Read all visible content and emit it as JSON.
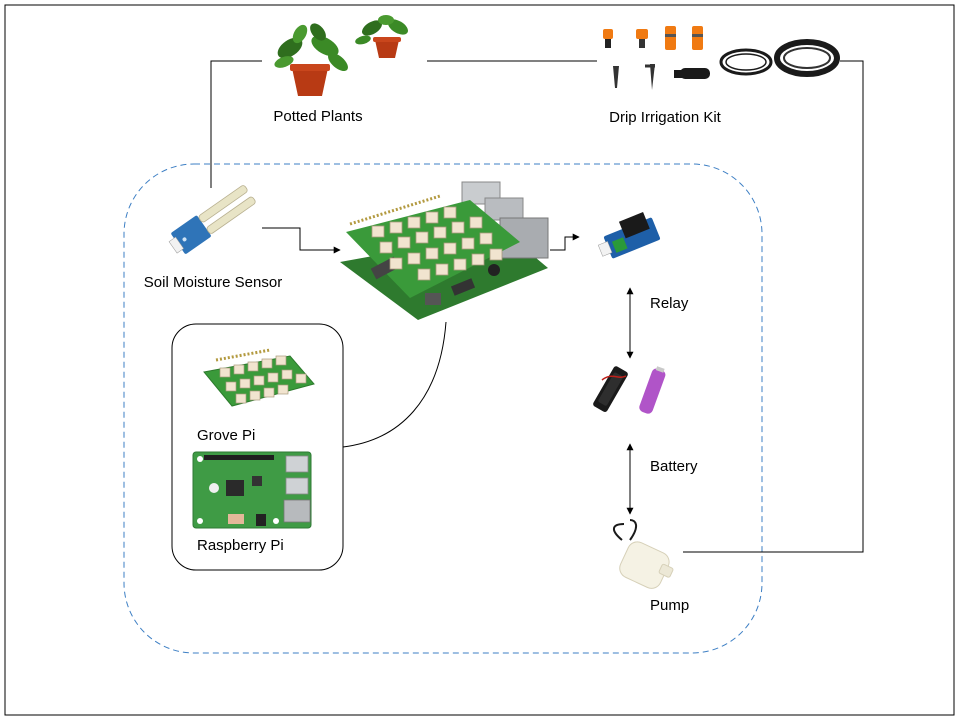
{
  "diagram": {
    "labels": {
      "potted_plants": "Potted Plants",
      "drip_irrigation_kit": "Drip Irrigation Kit",
      "soil_moisture_sensor": "Soil Moisture Sensor",
      "grove_pi": "Grove Pi",
      "raspberry_pi": "Raspberry Pi",
      "relay": "Relay",
      "battery": "Battery",
      "pump": "Pump"
    },
    "colors": {
      "frame": "#000000",
      "dashed_boundary": "#3d7fc4",
      "pcb_green": "#3a9a3a",
      "connector": "#f1e4cf",
      "pot": "#b83a14",
      "leaf": "#2f6e1e",
      "hose": "#1a1a1a",
      "fitting_orange": "#f07a12",
      "battery_purple": "#b054c8",
      "relay_blue": "#1e5fa8",
      "pump_body": "#f5f2e4"
    }
  }
}
